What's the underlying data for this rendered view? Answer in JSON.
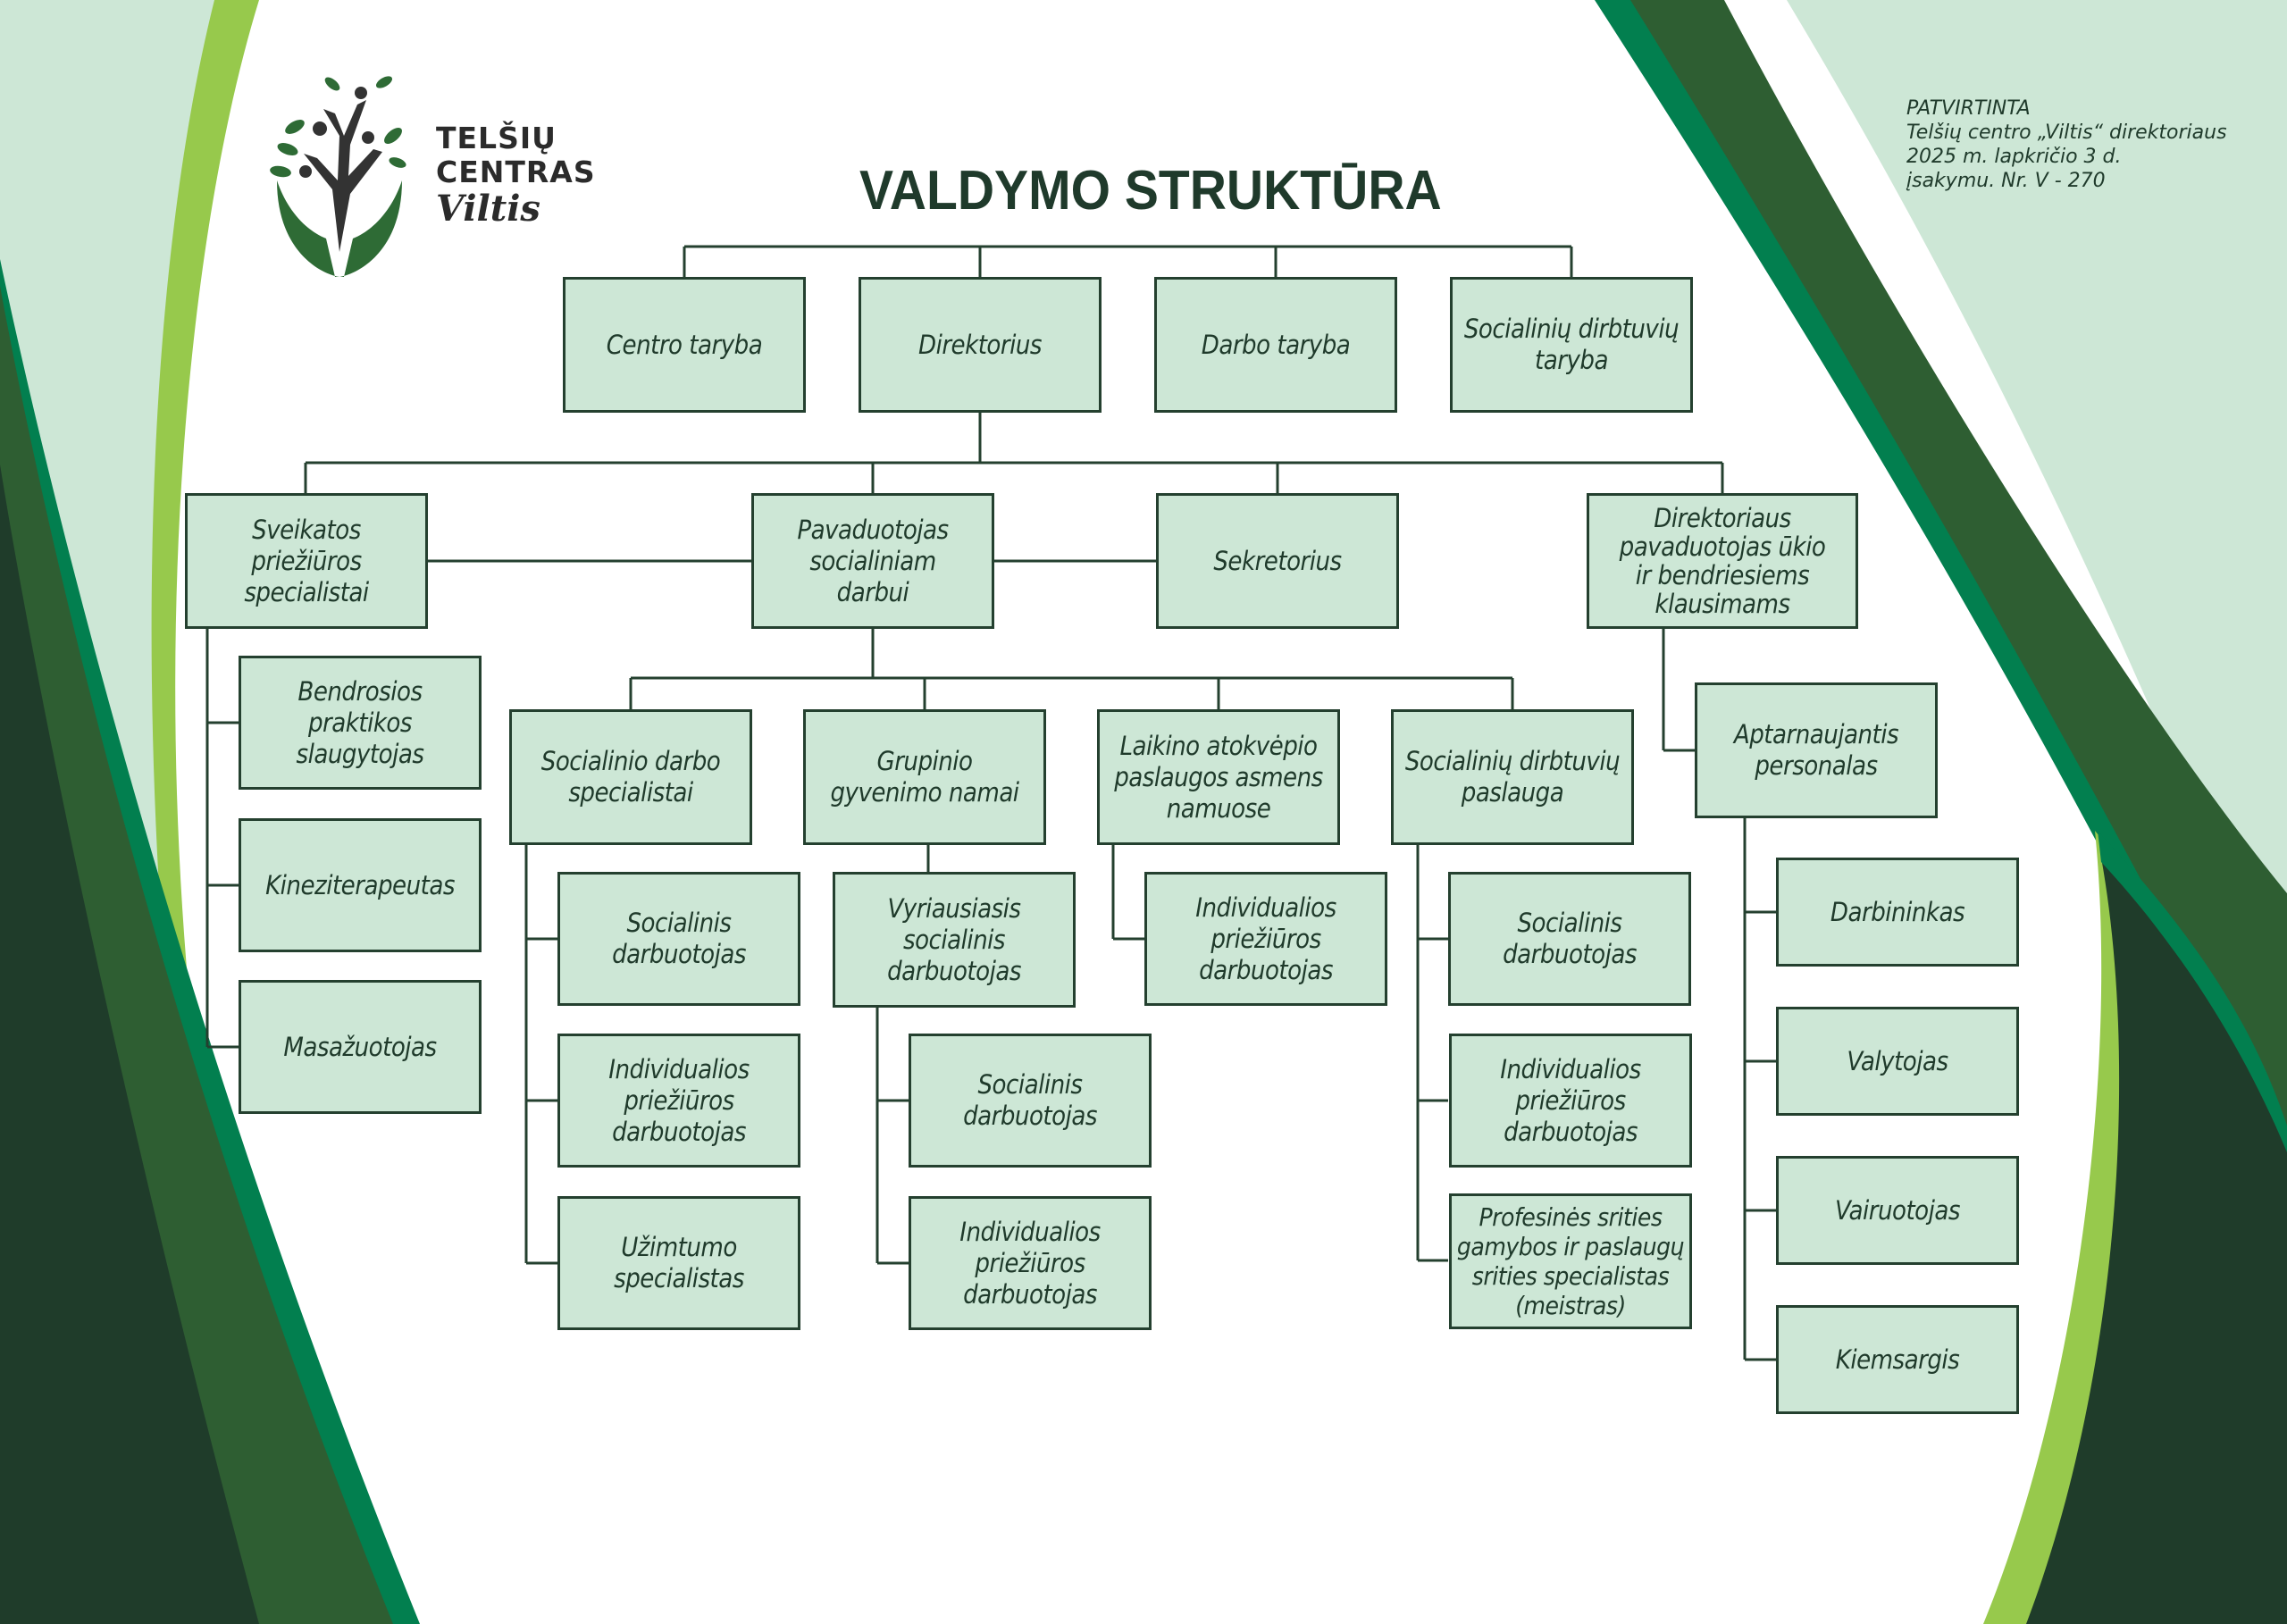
{
  "colors": {
    "box_fill": "#cde7d6",
    "box_border": "#24402f",
    "text": "#1f3a2b",
    "lime": "#97c94c",
    "emerald": "#027f4f",
    "forest": "#2e5e32",
    "dark_forest": "#1f3c2a",
    "mint": "#cde7d6"
  },
  "logo": {
    "line1": "TELŠIŲ",
    "line2": "CENTRAS",
    "line3": "Viltis"
  },
  "title": "VALDYMO STRUKTŪRA",
  "approval": {
    "line1": "PATVIRTINTA",
    "line2": "Telšių centro „Viltis“ direktoriaus",
    "line3": "2025 m.  lapkričio 3 d.",
    "line4": "įsakymu. Nr. V - 270"
  },
  "org": {
    "top": [
      {
        "label": "Centro taryba"
      },
      {
        "label": "Direktorius"
      },
      {
        "label": "Darbo taryba"
      },
      {
        "label": "Socialinių dirbtuvių\ntaryba"
      }
    ],
    "level2": [
      {
        "label": "Sveikatos\npriežiūros\nspecialistai",
        "children": [
          {
            "label": "Bendrosios\npraktikos\nslaugytojas"
          },
          {
            "label": "Kineziterapeutas"
          },
          {
            "label": "Masažuotojas"
          }
        ]
      },
      {
        "label": "Pavaduotojas\nsocialiniam\ndarbui"
      },
      {
        "label": "Sekretorius"
      },
      {
        "label": "Direktoriaus\npavaduotojas ūkio\nir bendriesiems\nklausimams",
        "children": [
          {
            "label": "Aptarnaujantis\npersonalas",
            "children": [
              {
                "label": "Darbininkas"
              },
              {
                "label": "Valytojas"
              },
              {
                "label": "Vairuotojas"
              },
              {
                "label": "Kiemsargis"
              }
            ]
          }
        ]
      }
    ],
    "level3": [
      {
        "label": "Socialinio darbo\nspecialistai",
        "children": [
          {
            "label": "Socialinis\ndarbuotojas"
          },
          {
            "label": "Individualios\npriežiūros\ndarbuotojas"
          },
          {
            "label": "Užimtumo\nspecialistas"
          }
        ]
      },
      {
        "label": "Grupinio\ngyvenimo namai",
        "children": [
          {
            "label": "Vyriausiasis\nsocialinis\ndarbuotojas",
            "children": [
              {
                "label": "Socialinis\ndarbuotojas"
              },
              {
                "label": "Individualios\npriežiūros\ndarbuotojas"
              }
            ]
          }
        ]
      },
      {
        "label": "Laikino atokvėpio\npaslaugos asmens\nnamuose",
        "children": [
          {
            "label": "Individualios\npriežiūros\ndarbuotojas"
          }
        ]
      },
      {
        "label": "Socialinių dirbtuvių\npaslauga",
        "children": [
          {
            "label": "Socialinis\ndarbuotojas"
          },
          {
            "label": "Individualios\npriežiūros\ndarbuotojas"
          },
          {
            "label": "Profesinės srities\ngamybos ir paslaugų\nsrities specialistas\n(meistras)"
          }
        ]
      }
    ]
  }
}
